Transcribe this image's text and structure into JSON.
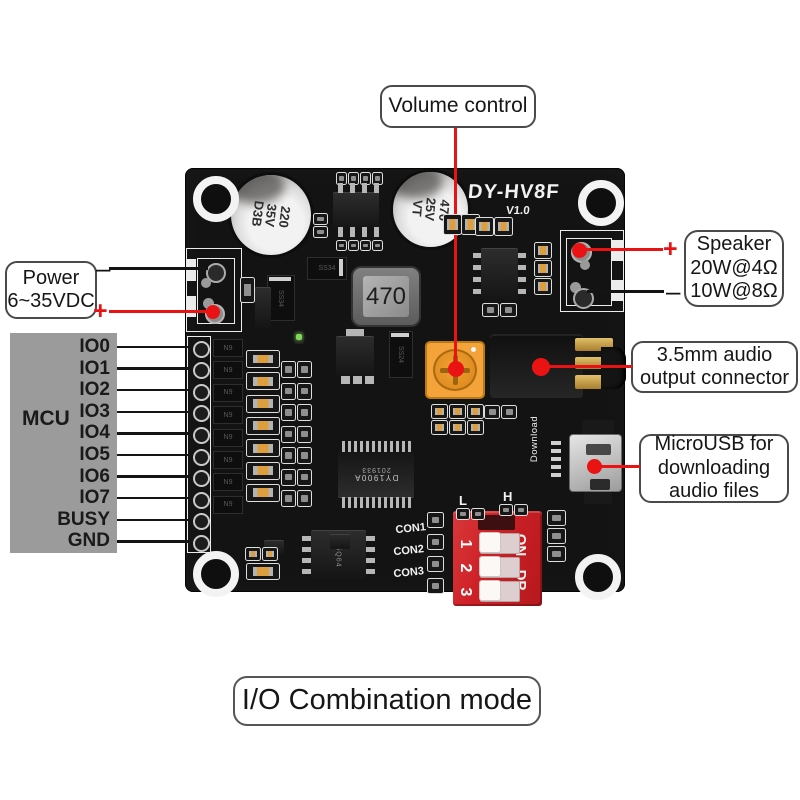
{
  "colors": {
    "accent_red": "#ea1313",
    "pcb_black": "#131313",
    "dip_red": "#ce2127",
    "pot_orange": "#f3a33a",
    "mcu_gray": "#9b9b9b",
    "silkscreen_white": "#ededed"
  },
  "title": "I/O Combination mode",
  "annotations": {
    "volume": {
      "label": "Volume control"
    },
    "power": {
      "line1": "Power",
      "line2": "6~35VDC",
      "plus": "+",
      "minus": "–"
    },
    "speaker": {
      "line1": "Speaker",
      "line2": "20W@4Ω",
      "line3": "10W@8Ω",
      "plus": "+",
      "minus": "–"
    },
    "jack": {
      "line1": "3.5mm audio",
      "line2": "output connector"
    },
    "usb": {
      "line1": "MicroUSB for",
      "line2": "downloading",
      "line3": "audio files"
    }
  },
  "mcu": {
    "label": "MCU",
    "pins": [
      "IO0",
      "IO1",
      "IO2",
      "IO3",
      "IO4",
      "IO5",
      "IO6",
      "IO7",
      "BUSY",
      "GND"
    ]
  },
  "board": {
    "name": "DY-HV8F",
    "version": "V1.0",
    "cap1": [
      "220",
      "35V",
      "D3B"
    ],
    "cap2": [
      "470",
      "25V",
      "VT"
    ],
    "inductor": "470",
    "main_chip": [
      "DY1900A",
      "201933"
    ],
    "flash_chip": "25Q64",
    "diode_large": "SS34",
    "diode_small": "SS24",
    "diode_marking": "N9",
    "con_labels": [
      "CON1",
      "CON2",
      "CON3"
    ],
    "dip": {
      "on": "ON",
      "dp": "DP",
      "numbers": [
        "1",
        "2",
        "3"
      ]
    },
    "level_low": "L",
    "level_high": "H",
    "download": "Download"
  }
}
